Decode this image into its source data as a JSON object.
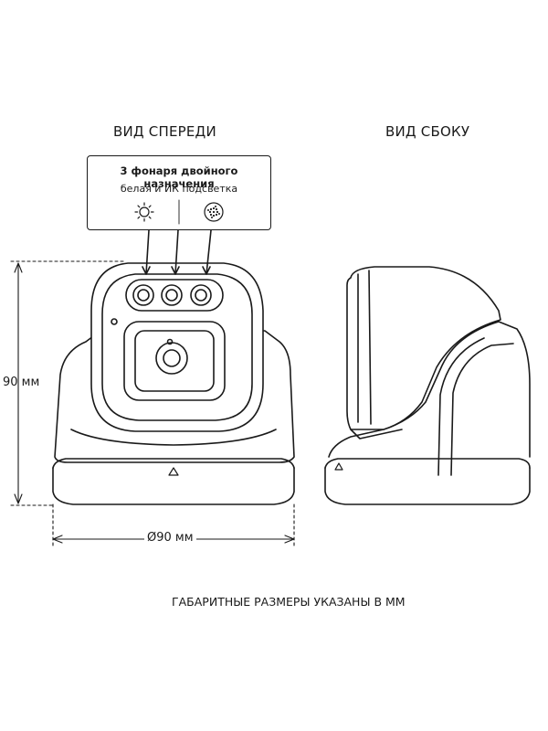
{
  "views": {
    "front_label": "ВИД СПЕРЕДИ",
    "side_label": "ВИД СБОКУ"
  },
  "callout": {
    "line1": "3 фонаря двойного назначения",
    "line2": "белая и ИК подсветка",
    "icons": [
      "sun-icon",
      "ir-dots-icon"
    ]
  },
  "dimensions": {
    "height": "90 мм",
    "diameter": "Ø90 мм"
  },
  "footer_note": "ГАБАРИТНЫЕ РАЗМЕРЫ УКАЗАНЫ В ММ",
  "colors": {
    "line": "#1a1a1a",
    "background": "#ffffff"
  }
}
